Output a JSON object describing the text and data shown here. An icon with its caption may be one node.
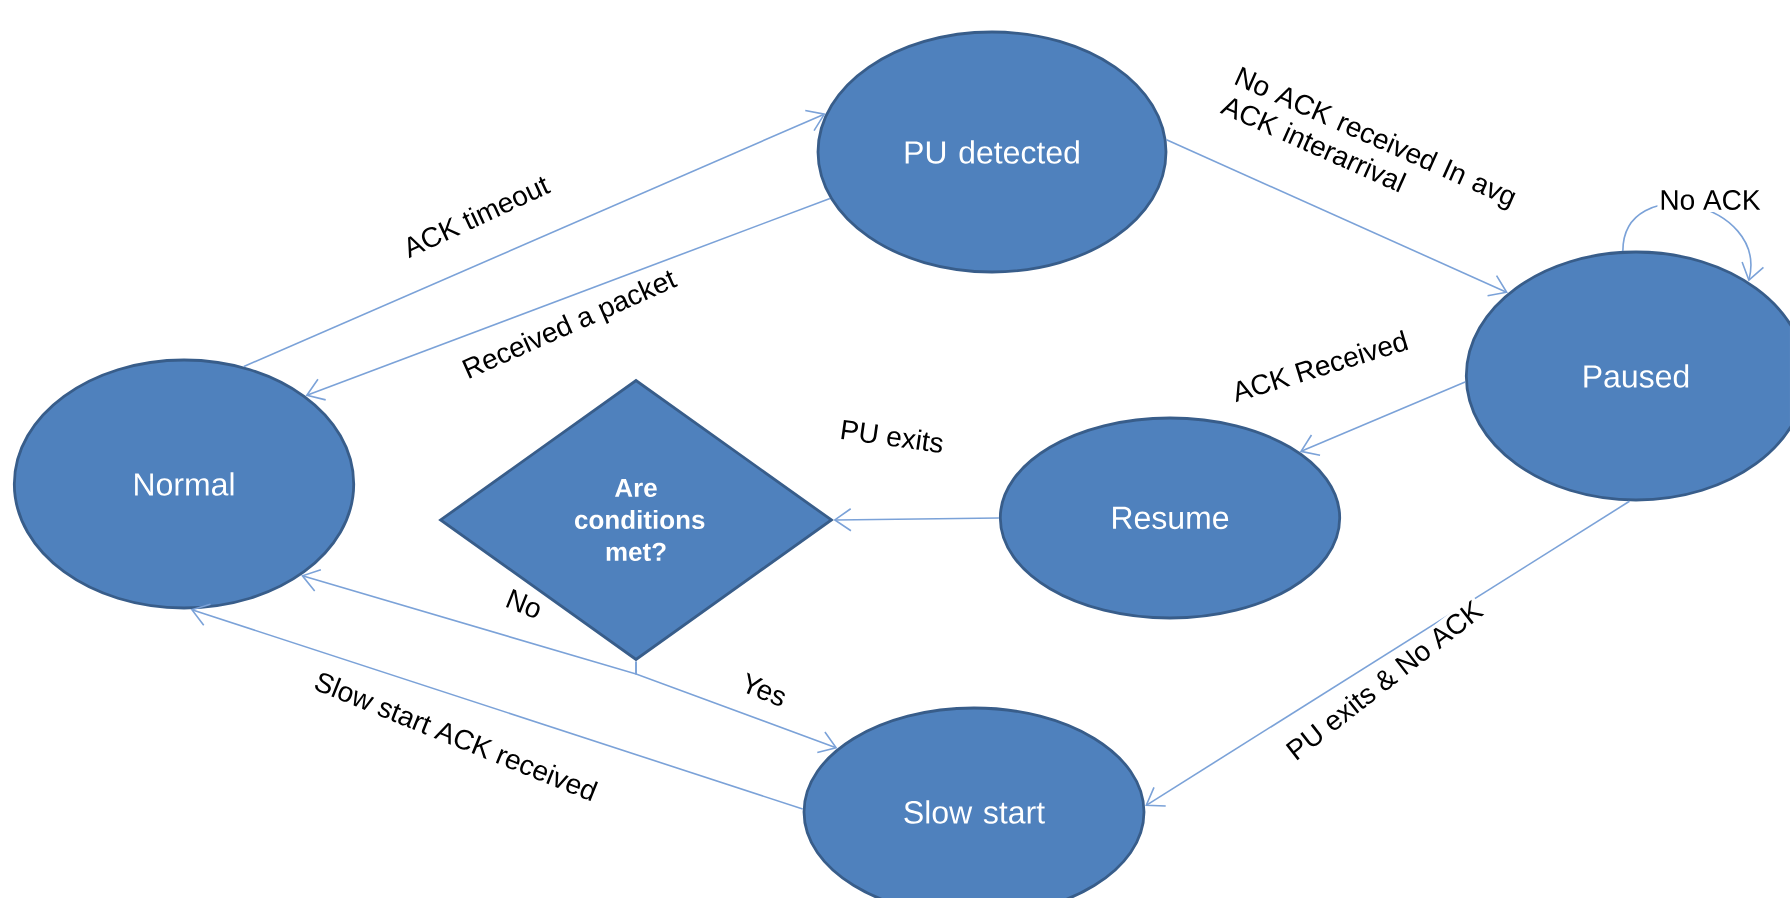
{
  "diagram": {
    "nodes": [
      {
        "text": [
          "Normal"
        ]
      },
      {
        "text": [
          "PU detected"
        ]
      },
      {
        "text": [
          "Paused"
        ]
      },
      {
        "text": [
          "Resume"
        ]
      },
      {
        "text": [
          "Are conditions met?"
        ]
      },
      {
        "text": [
          "Slow start"
        ]
      }
    ],
    "edges": [
      {
        "from": 0,
        "to": 1,
        "arrow": "to",
        "label": "ACK timeout"
      },
      {
        "from": 1,
        "to": 0,
        "arrow": "to",
        "label": "Received a packet"
      },
      {
        "from": 1,
        "to": 2,
        "arrow": "to",
        "label": "No ACK received In avg ACK interarrival"
      },
      {
        "from": 2,
        "to": 2,
        "arrow": "to",
        "label": "No ACK"
      },
      {
        "from": 2,
        "to": 3,
        "arrow": "to",
        "label": "ACK Received"
      },
      {
        "from": 3,
        "to": 4,
        "arrow": "to",
        "label": "PU exits"
      },
      {
        "from": 4,
        "to": 0,
        "arrow": "to",
        "label": "No"
      },
      {
        "from": 4,
        "to": 5,
        "arrow": "to",
        "label": "Yes"
      },
      {
        "from": 5,
        "to": 0,
        "arrow": "to",
        "label": "Slow start ACK received"
      },
      {
        "from": 2,
        "to": 5,
        "arrow": "to",
        "label": "PU exits & No ACK"
      }
    ]
  }
}
